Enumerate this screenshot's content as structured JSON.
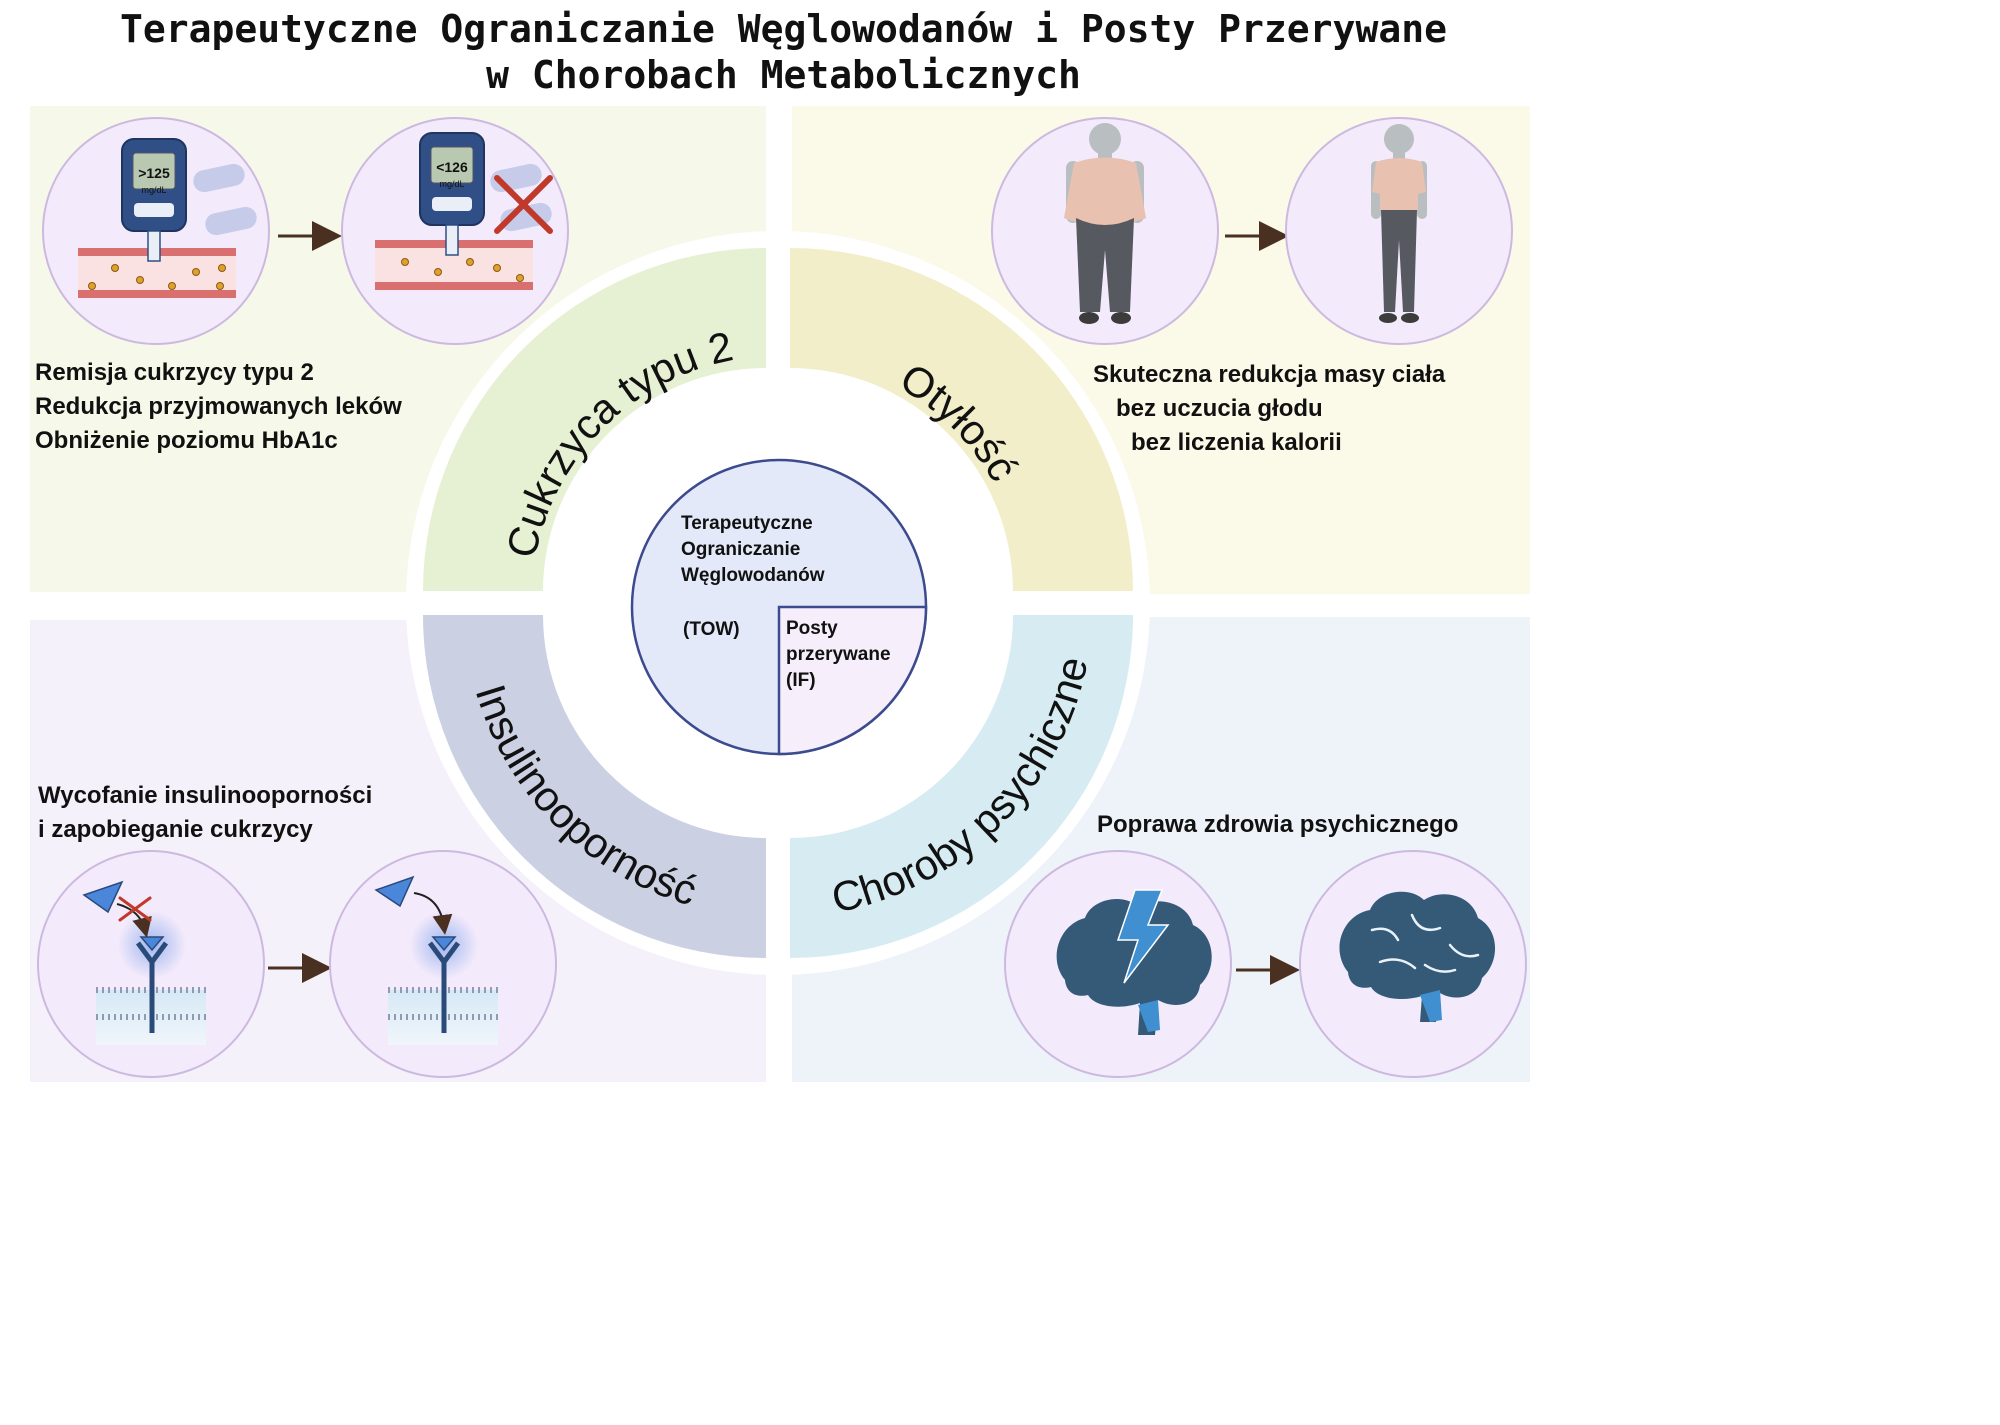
{
  "title": {
    "line1": "Terapeutyczne Ograniczanie Węglowodanów i Posty Przerywane",
    "line2": "w Chorobach Metabolicznych"
  },
  "quadrants": {
    "diabetes": {
      "label": "Cukrzyca typu 2",
      "meter_before": ">125",
      "meter_after": "<126",
      "unit": "mg/dL",
      "effects": [
        "Remisja cukrzycy typu 2",
        "Redukcja przyjmowanych leków",
        "Obniżenie poziomu HbA1c"
      ]
    },
    "obesity": {
      "label": "Otyłość",
      "effects": [
        "Skuteczna redukcja masy ciała",
        "bez uczucia głodu",
        "bez liczenia kalorii"
      ]
    },
    "insulin": {
      "label": "Insulinooporność",
      "effects": [
        "Wycofanie insulinooporności",
        "i zapobieganie cukrzycy"
      ]
    },
    "mental": {
      "label": "Choroby psychiczne",
      "effects": [
        "Poprawa zdrowia psychicznego"
      ]
    }
  },
  "center": {
    "tow_lines": [
      "Terapeutyczne",
      "Ograniczanie",
      "Węglowodanów"
    ],
    "tow_abbr": "(TOW)",
    "if_lines": [
      "Posty",
      "przerywane",
      "(IF)"
    ]
  },
  "colors": {
    "q1_bg": "#f6f9ea",
    "q2_bg": "#fbf9e8",
    "q3_bg": "#f5f1fb",
    "q4_bg": "#eef3fa",
    "ring_diabetes": "#e6f0d2",
    "ring_obesity": "#f1eec9",
    "ring_insulin": "#ccd0e3",
    "ring_mental": "#d6ecf2",
    "center_fill": "#e3e9f8",
    "center_if": "#f6eefb",
    "center_border": "#3c4a8e",
    "arrow": "#4a3020",
    "circle_fill": "#f3eafb",
    "circle_border": "#cdb9e0"
  }
}
